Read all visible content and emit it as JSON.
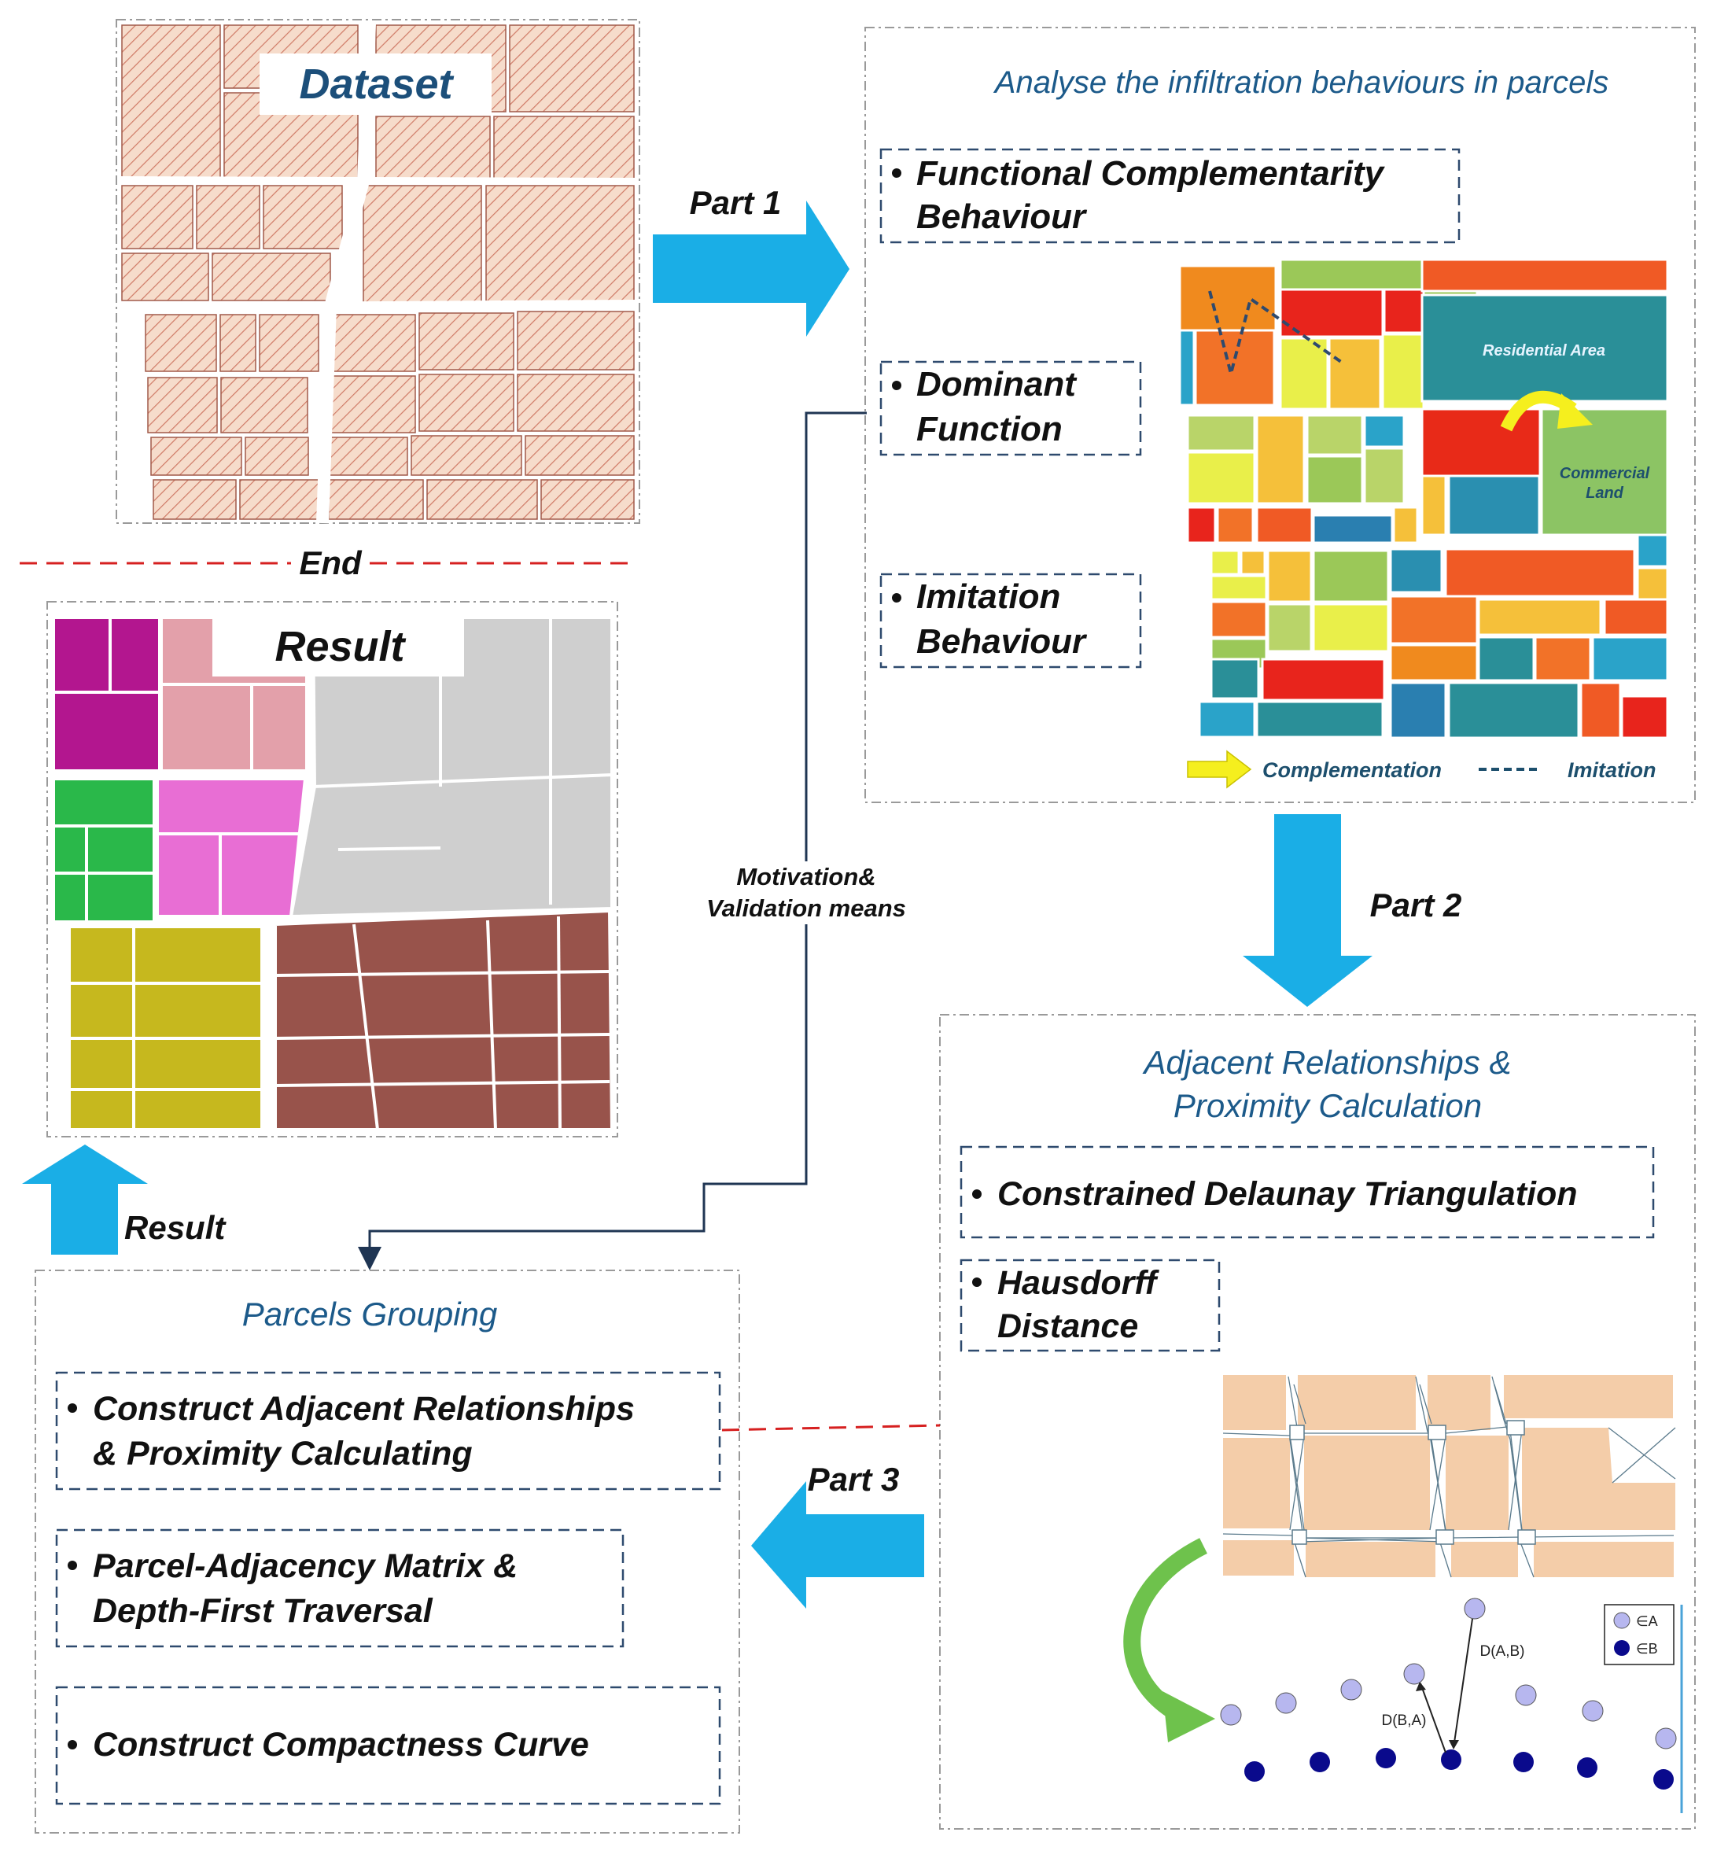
{
  "dataset_panel": {
    "title": "Dataset"
  },
  "result_panel": {
    "title": "Result",
    "end_label": "End"
  },
  "part1": {
    "arrow_label": "Part 1",
    "heading": "Analyse the infiltration behaviours in parcels",
    "items": [
      {
        "lines": [
          "Functional Complementarity",
          "Behaviour"
        ]
      },
      {
        "lines": [
          "Dominant",
          "Function"
        ]
      },
      {
        "lines": [
          "Imitation",
          "Behaviour"
        ]
      }
    ],
    "map_labels": {
      "residential": "Residential Area",
      "commercial_1": "Commercial",
      "commercial_2": "Land"
    },
    "legend": {
      "complementation": "Complementation",
      "imitation": "Imitation"
    }
  },
  "part2": {
    "arrow_label": "Part 2",
    "heading_lines": [
      "Adjacent Relationships &",
      "Proximity Calculation"
    ],
    "items": [
      {
        "lines": [
          "Constrained Delaunay Triangulation"
        ]
      },
      {
        "lines": [
          "Hausdorff",
          "Distance"
        ]
      }
    ],
    "hausdorff": {
      "dab": "D(A,B)",
      "dba": "D(B,A)",
      "legend_a": "∈A",
      "legend_b": "∈B"
    }
  },
  "part3": {
    "arrow_label": "Part 3",
    "heading": "Parcels Grouping",
    "items": [
      {
        "lines": [
          "Construct Adjacent Relationships",
          "& Proximity Calculating"
        ]
      },
      {
        "lines": [
          "Parcel-Adjacency Matrix &",
          "Depth-First Traversal"
        ]
      },
      {
        "lines": [
          "Construct Compactness Curve"
        ]
      }
    ]
  },
  "result_arrow": {
    "label": "Result"
  },
  "motivation": {
    "lines": [
      "Motivation&",
      "Validation means"
    ]
  },
  "colors": {
    "arrow": "#1aaee6",
    "panel_border": "#9a9a9a",
    "box_border": "#2e4a6e",
    "heading": "#1c5a8a",
    "red_dash": "#d62020",
    "connector": "#1f3553",
    "parcel_fill": "#f4d9c6",
    "parcel_hatch": "#cc6f5e"
  }
}
